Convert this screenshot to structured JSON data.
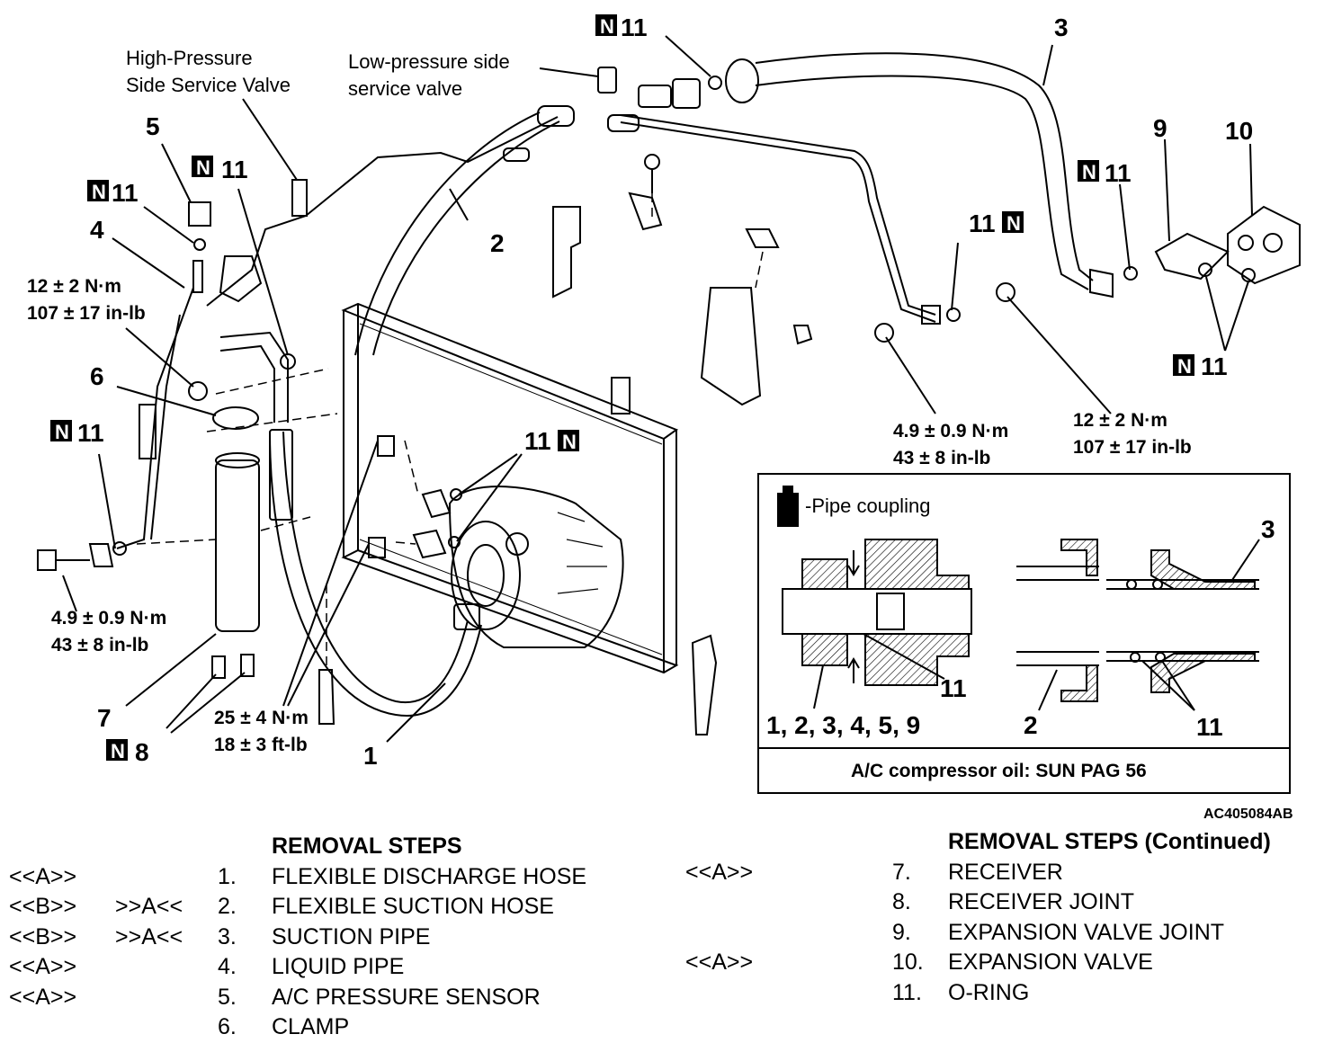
{
  "figure": {
    "id": "AC405084AB",
    "callouts": {
      "high_pressure_valve": [
        "High-Pressure",
        "Side Service Valve"
      ],
      "low_pressure_valve": [
        "Low-pressure side",
        "service valve"
      ]
    },
    "part_numbers": [
      "1",
      "2",
      "3",
      "4",
      "5",
      "6",
      "7",
      "8",
      "9",
      "10",
      "11"
    ],
    "n_mark": "N",
    "torque": {
      "t_liquid": [
        "12 ± 2 N·m",
        "107 ± 17 in-lb"
      ],
      "t_receiver": [
        "4.9 ± 0.9 N·m",
        "43 ± 8 in-lb"
      ],
      "t_compressor": [
        "25 ± 4 N·m",
        "18 ± 3 ft-lb"
      ],
      "t_suction_mid": [
        "4.9 ± 0.9 N·m",
        "43 ± 8 in-lb"
      ],
      "t_expansion": [
        "12 ± 2 N·m",
        "107 ± 17 in-lb"
      ]
    },
    "inset": {
      "pipe_coupling": "-Pipe coupling",
      "parts_label": "1, 2, 3, 4, 5, 9",
      "oil_note": "A/C compressor oil:  SUN PAG 56"
    }
  },
  "removal_steps": {
    "title_left": "REMOVAL STEPS",
    "title_right": "REMOVAL STEPS (Continued)",
    "left": [
      {
        "code1": "<<A>>",
        "code2": "",
        "num": "1.",
        "name": "FLEXIBLE DISCHARGE HOSE"
      },
      {
        "code1": "<<B>>",
        "code2": ">>A<<",
        "num": "2.",
        "name": "FLEXIBLE SUCTION HOSE"
      },
      {
        "code1": "<<B>>",
        "code2": ">>A<<",
        "num": "3.",
        "name": "SUCTION PIPE"
      },
      {
        "code1": "<<A>>",
        "code2": "",
        "num": "4.",
        "name": "LIQUID PIPE"
      },
      {
        "code1": "<<A>>",
        "code2": "",
        "num": "5.",
        "name": "A/C PRESSURE SENSOR"
      },
      {
        "code1": "",
        "code2": "",
        "num": "6.",
        "name": "CLAMP"
      }
    ],
    "right": [
      {
        "code1": "<<A>>",
        "num": "7.",
        "name": "RECEIVER"
      },
      {
        "code1": "",
        "num": "8.",
        "name": "RECEIVER JOINT"
      },
      {
        "code1": "",
        "num": "9.",
        "name": "EXPANSION VALVE JOINT"
      },
      {
        "code1": "<<A>>",
        "num": "10.",
        "name": "EXPANSION VALVE"
      },
      {
        "code1": "",
        "num": "11.",
        "name": "O-RING"
      }
    ]
  }
}
